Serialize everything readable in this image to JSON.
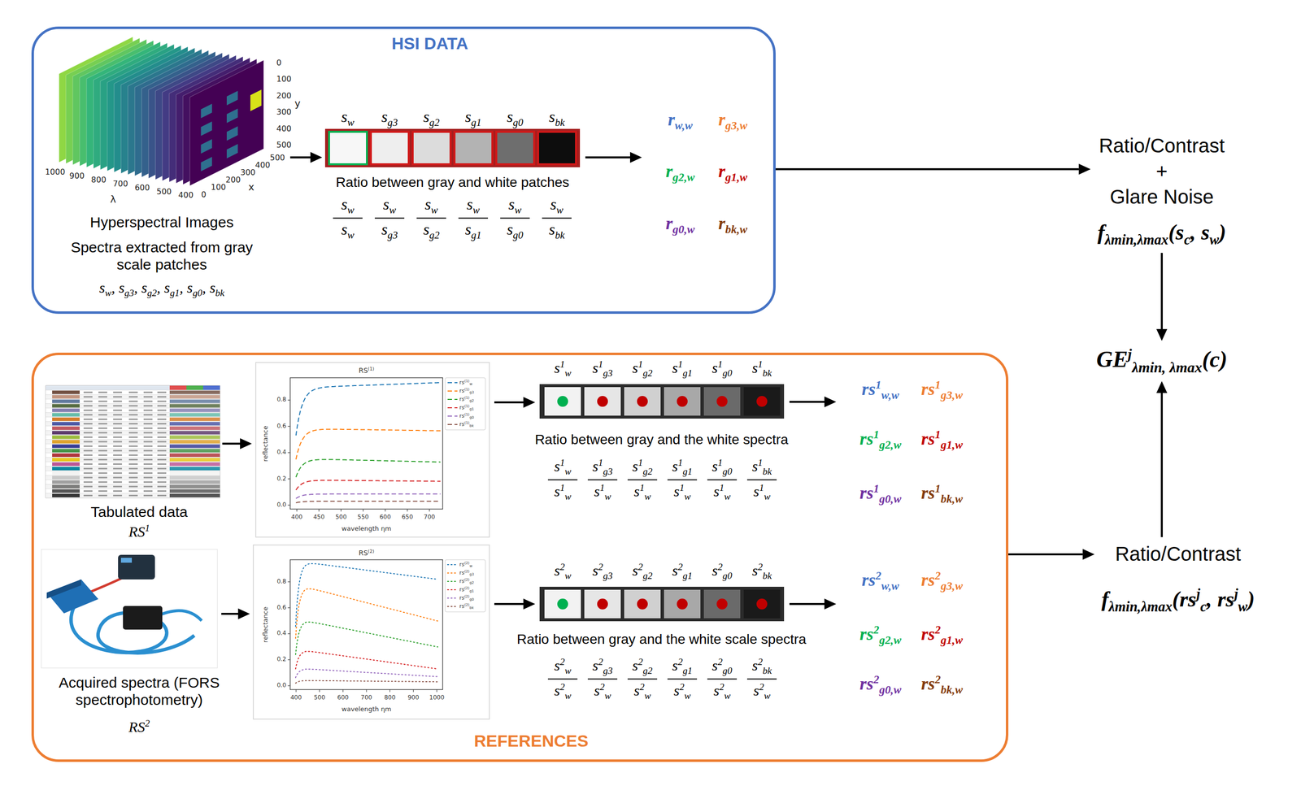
{
  "diagram": {
    "nodes": [
      {
        "text": [
          "HSI DATA"
        ]
      },
      {
        "text": [
          "REFERENCES"
        ]
      },
      {
        "text": [
          "Ratio/Contrast",
          "+",
          "Glare Noise",
          "fλmin,λmax(sc, sw)"
        ]
      },
      {
        "text": [
          "GEjλmin, λmax(c)"
        ]
      },
      {
        "text": [
          "Ratio/Contrast",
          "fλmin,λmax(rsjc, rsjw)"
        ]
      }
    ],
    "edges": [
      {
        "from": 0,
        "to": 2,
        "arrow": "to"
      },
      {
        "from": 1,
        "to": 4,
        "arrow": "to"
      },
      {
        "from": 2,
        "to": 3,
        "arrow": "to"
      },
      {
        "from": 4,
        "to": 3,
        "arrow": "to"
      }
    ],
    "labels": [
      "sw",
      "sg3",
      "sg2",
      "sg1",
      "sg0",
      "sbk",
      "Ratio between gray and white patches",
      "sw",
      "sw",
      "sw",
      "sw",
      "sw",
      "sw",
      "sw",
      "sg3",
      "sg2",
      "sg1",
      "sg0",
      "sbk",
      "rw,w",
      "rg3,w",
      "rg2,w",
      "rg1,w",
      "rg0,w",
      "rbk,w",
      "Hyperspectral Images",
      "Spectra extracted from gray scale patches",
      "sw, sg3, sg2, sg1, sg0, sbk",
      "0",
      "100",
      "200",
      "300",
      "400",
      "500",
      "y",
      "0",
      "100",
      "200",
      "300",
      "400",
      "500",
      "x",
      "1000",
      "900",
      "800",
      "700",
      "600",
      "500",
      "400",
      "λ",
      "Tabulated data",
      "RS1",
      "RS(1)",
      "reflectance",
      "wavelength ηm",
      "0.0",
      "0.2",
      "0.4",
      "0.6",
      "0.8",
      "400",
      "450",
      "500",
      "550",
      "600",
      "650",
      "700",
      "rs(1)w",
      "rs(1)g3",
      "rs(1)g2",
      "rs(1)g1",
      "rs(1)g0",
      "rs(1)bk",
      "s1w",
      "s1g3",
      "s1g2",
      "s1g1",
      "s1g0",
      "s1bk",
      "Ratio between gray and the white spectra",
      "s1w",
      "s1g3",
      "s1g2",
      "s1g1",
      "s1g0",
      "s1bk",
      "s1w",
      "s1w",
      "s1w",
      "s1w",
      "s1w",
      "s1w",
      "rs1w,w",
      "rs1g3,w",
      "rs1g2,w",
      "rs1g1,w",
      "rs1g0,w",
      "rs1bk,w",
      "Acquired spectra (FORS spectrophotometry)",
      "RS2",
      "RS(2)",
      "reflectance",
      "wavelength ηm",
      "0.0",
      "0.2",
      "0.4",
      "0.6",
      "0.8",
      "400",
      "500",
      "600",
      "700",
      "800",
      "900",
      "1000",
      "rs(2)w",
      "rs(2)g3",
      "rs(2)g2",
      "rs(2)g1",
      "rs(2)g0",
      "rs(2)bk",
      "s2w",
      "s2g3",
      "s2g2",
      "s2g1",
      "s2g0",
      "s2bk",
      "Ratio between gray and the white scale spectra",
      "s2w",
      "s2g3",
      "s2g2",
      "s2g1",
      "s2g0",
      "s2bk",
      "s2w",
      "s2w",
      "s2w",
      "s2w",
      "s2w",
      "s2w",
      "rs2w,w",
      "rs2g3,w",
      "rs2g2,w",
      "rs2g1,w",
      "rs2g0,w",
      "rs2bk,w"
    ]
  }
}
